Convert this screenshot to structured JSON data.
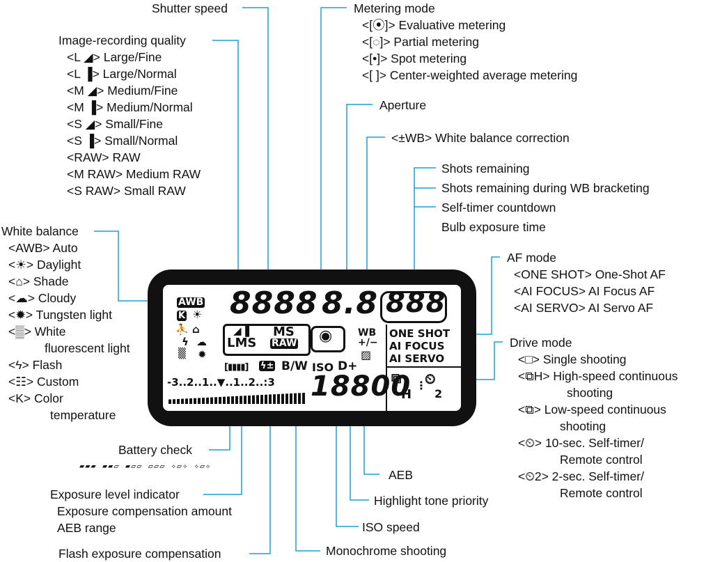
{
  "labels": {
    "shutter_speed": "Shutter speed",
    "metering_mode": "Metering mode",
    "metering_items": [
      "<[⦿]> Evaluative metering",
      "<[◌]> Partial metering",
      "<[•]> Spot metering",
      "<[ ]> Center-weighted average metering"
    ],
    "aperture": "Aperture",
    "wb_correction": "<±WB> White balance correction",
    "shots_remaining": [
      "Shots remaining",
      "Shots remaining during WB bracketing",
      "Self-timer countdown",
      "Bulb exposure time"
    ],
    "image_quality": "Image-recording quality",
    "quality_items": [
      "<L ◢> Large/Fine",
      "<L ▐> Large/Normal",
      "<M ◢> Medium/Fine",
      "<M ▐> Medium/Normal",
      "<S ◢> Small/Fine",
      "<S ▐> Small/Normal",
      "<RAW> RAW",
      "<M RAW> Medium RAW",
      "<S RAW> Small RAW"
    ],
    "white_balance": "White balance",
    "wb_items": [
      "<AWB> Auto",
      "<☀> Daylight",
      "<⌂> Shade",
      "<☁> Cloudy",
      "<✹> Tungsten light",
      "<▒> White",
      "fluorescent light",
      "<ϟ> Flash",
      "<☷> Custom",
      "<K> Color",
      "temperature"
    ],
    "af_mode": "AF mode",
    "af_items": [
      "<ONE SHOT> One-Shot AF",
      "<AI FOCUS> AI Focus AF",
      "<AI SERVO> AI Servo AF"
    ],
    "drive_mode": "Drive mode",
    "drive_items": [
      "<□> Single shooting",
      "<⧉H> High-speed continuous",
      "shooting",
      "<⧉> Low-speed continuous",
      "shooting",
      "<⏲> 10-sec. Self-timer/",
      "Remote control",
      "<⏲2> 2-sec. Self-timer/",
      "Remote control"
    ],
    "battery_check": "Battery check",
    "exposure_level": "Exposure level indicator",
    "exposure_sub": [
      "Exposure compensation amount",
      "AEB range"
    ],
    "flash_comp": "Flash exposure compensation",
    "monochrome": "Monochrome shooting",
    "iso_speed": "ISO speed",
    "highlight": "Highlight tone priority",
    "aeb": "AEB"
  },
  "lcd": {
    "shutter_digits": "8888",
    "aperture_digits": "8.8",
    "shots_digits": "888",
    "iso_digits": "18800",
    "awb": "AWB",
    "k_mark": "K",
    "lms": "LMS",
    "ms": "MS",
    "raw": "RAW",
    "wb": "WB",
    "wb_pm": "+/−",
    "one_shot": "ONE SHOT",
    "ai_focus": "AI FOCUS",
    "ai_servo": "AI SERVO",
    "bw": "B/W",
    "iso": "ISO",
    "d_plus": "D+",
    "scale": "-3..2..1..▼..1..2..:3",
    "drive_h": "H",
    "drive_2": "2"
  },
  "colors": {
    "leader": "#1a9fd6",
    "lcd_body": "#111111"
  }
}
